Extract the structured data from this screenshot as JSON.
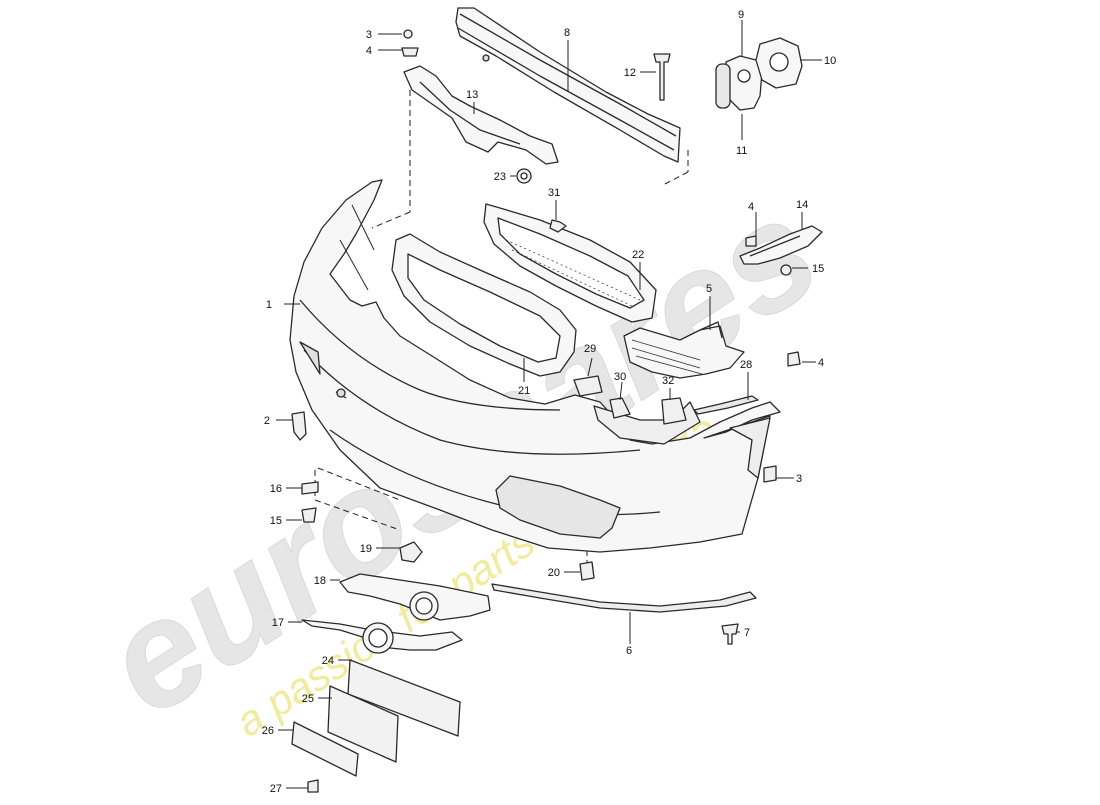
{
  "diagram": {
    "callouts": [
      "1",
      "2",
      "3",
      "3",
      "4",
      "4",
      "4",
      "5",
      "6",
      "7",
      "8",
      "9",
      "10",
      "11",
      "12",
      "13",
      "14",
      "15",
      "15",
      "16",
      "17",
      "18",
      "19",
      "20",
      "21",
      "22",
      "23",
      "24",
      "25",
      "26",
      "27",
      "28",
      "29",
      "30",
      "31",
      "32"
    ]
  },
  "watermark": {
    "brand": "eurospares",
    "tagline": "a passion for parts since 1985",
    "colors": {
      "brand": "#e6e6e6",
      "tagline": "#f0ec9c"
    }
  },
  "colors": {
    "line": "#2a2a2a",
    "fill": "#f7f7f7",
    "accent": "#bcbcbc"
  }
}
